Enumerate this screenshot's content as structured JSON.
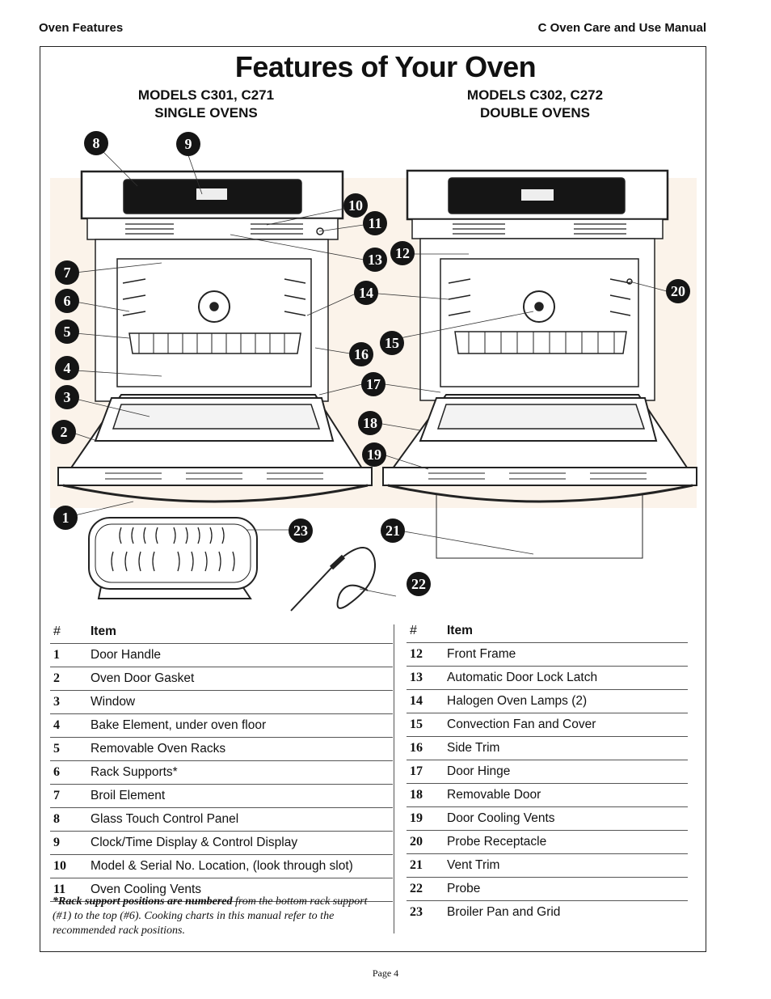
{
  "header": {
    "left": "Oven Features",
    "right": "C Oven Care and Use Manual"
  },
  "title": "Features of Your Oven",
  "models": {
    "single": {
      "line1": "MODELS C301, C271",
      "line2": "SINGLE OVENS"
    },
    "double": {
      "line1": "MODELS C302, C272",
      "line2": "DOUBLE OVENS"
    }
  },
  "table_headers": {
    "num": "#",
    "item": "Item"
  },
  "items_left": [
    {
      "num": "1",
      "label": "Door Handle"
    },
    {
      "num": "2",
      "label": "Oven Door Gasket"
    },
    {
      "num": "3",
      "label": "Window"
    },
    {
      "num": "4",
      "label": "Bake Element, under oven floor"
    },
    {
      "num": "5",
      "label": "Removable Oven Racks"
    },
    {
      "num": "6",
      "label": "Rack Supports*"
    },
    {
      "num": "7",
      "label": "Broil Element"
    },
    {
      "num": "8",
      "label": "Glass Touch Control Panel"
    },
    {
      "num": "9",
      "label": "Clock/Time Display & Control Display"
    },
    {
      "num": "10",
      "label": "Model & Serial No. Location, (look through slot)"
    },
    {
      "num": "11",
      "label": "Oven Cooling Vents"
    }
  ],
  "items_right": [
    {
      "num": "12",
      "label": "Front Frame"
    },
    {
      "num": "13",
      "label": "Automatic Door Lock Latch"
    },
    {
      "num": "14",
      "label": "Halogen Oven Lamps (2)"
    },
    {
      "num": "15",
      "label": "Convection Fan and Cover"
    },
    {
      "num": "16",
      "label": "Side Trim"
    },
    {
      "num": "17",
      "label": "Door Hinge"
    },
    {
      "num": "18",
      "label": "Removable Door"
    },
    {
      "num": "19",
      "label": "Door Cooling Vents"
    },
    {
      "num": "20",
      "label": "Probe Receptacle"
    },
    {
      "num": "21",
      "label": "Vent Trim"
    },
    {
      "num": "22",
      "label": "Probe"
    },
    {
      "num": "23",
      "label": "Broiler Pan and Grid"
    }
  ],
  "note": {
    "bold": "*Rack support positions are numbered",
    "rest": " from the bottom rack support (#1) to the top (#6). Cooking charts in this manual refer to the recommended rack positions."
  },
  "callouts": [
    "1",
    "2",
    "3",
    "4",
    "5",
    "6",
    "7",
    "8",
    "9",
    "10",
    "11",
    "12",
    "13",
    "14",
    "15",
    "16",
    "17",
    "18",
    "19",
    "20",
    "21",
    "22",
    "23"
  ],
  "page_number": "Page 4"
}
